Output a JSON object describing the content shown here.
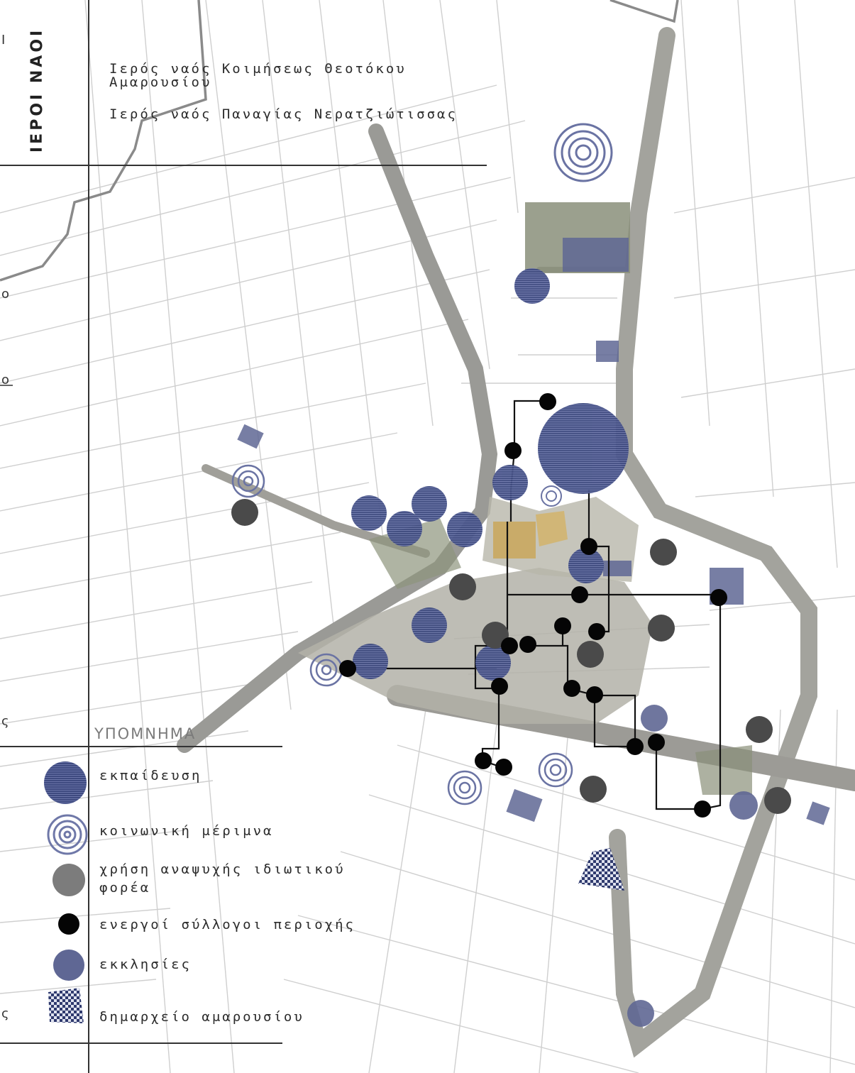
{
  "side_title": "ΙΕΡΟΙ ΝΑΟΙ",
  "churches": [
    {
      "line1": "Ιερός ναός Κοιμήσεως Θεοτόκου",
      "line2": "Αμαρουσίου"
    },
    {
      "line1": "Ιερός ναός Παναγίας Νερατζιώτισσας",
      "line2": ""
    }
  ],
  "legend": {
    "title": "ΥΠΟΜΝΗΜΑ",
    "items": [
      {
        "label": "εκπαίδευση",
        "label2": "",
        "icon": "education-icon",
        "color": "#4a5585"
      },
      {
        "label": "κοινωνική μέριμνα",
        "label2": "",
        "icon": "social-care-icon",
        "color": "#6f78a8"
      },
      {
        "label": "χρήση αναψυχής ιδιωτικού",
        "label2": "φορέα",
        "icon": "private-recreation-icon",
        "color": "#7c7c7c"
      },
      {
        "label": "ενεργοί σύλλογοι περιοχής",
        "label2": "",
        "icon": "local-association-icon",
        "color": "#050505"
      },
      {
        "label": "εκκλησίες",
        "label2": "",
        "icon": "church-icon",
        "color": "#5f6794"
      },
      {
        "label": "δημαρχείο αμαρουσίου",
        "label2": "",
        "icon": "town-hall-icon",
        "color": "#3a4472"
      }
    ]
  },
  "edge_fragments": [
    "Ι",
    "ο",
    "ο",
    "ς",
    "ς"
  ]
}
